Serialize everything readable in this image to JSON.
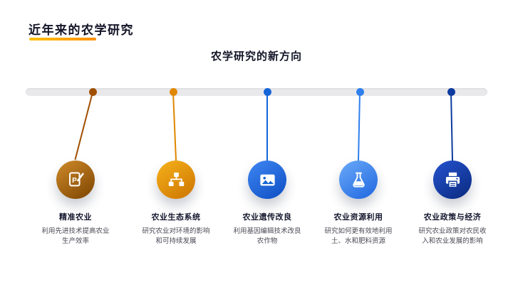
{
  "slide": {
    "title": "近年来的农学研究",
    "subtitle": "农学研究的新方向"
  },
  "colors": {
    "background": "#ffffff",
    "title_text": "#121426",
    "title_underline_accent": "#ffa000",
    "timeline_bar": "#e9e9ec",
    "item_accents": [
      "#a04f00",
      "#e08700",
      "#1565d8",
      "#2f80ed",
      "#0d3ba0"
    ]
  },
  "timeline": {
    "items": [
      {
        "title": "精准农业",
        "description": "利用先进技术提高农业生产效率",
        "icon": "document-pen-icon",
        "color": "#a04f00"
      },
      {
        "title": "农业生态系统",
        "description": "研究农业对环境的影响和可持续发展",
        "icon": "sitemap-icon",
        "color": "#e08700"
      },
      {
        "title": "农业遗传改良",
        "description": "利用基因编辑技术改良农作物",
        "icon": "image-icon",
        "color": "#1565d8"
      },
      {
        "title": "农业资源利用",
        "description": "研究如何更有效地利用土、水和肥料资源",
        "icon": "flask-icon",
        "color": "#2f80ed"
      },
      {
        "title": "农业政策与经济",
        "description": "研究农业政策对农民收入和农业发展的影响",
        "icon": "printer-icon",
        "color": "#0d3ba0"
      }
    ]
  }
}
